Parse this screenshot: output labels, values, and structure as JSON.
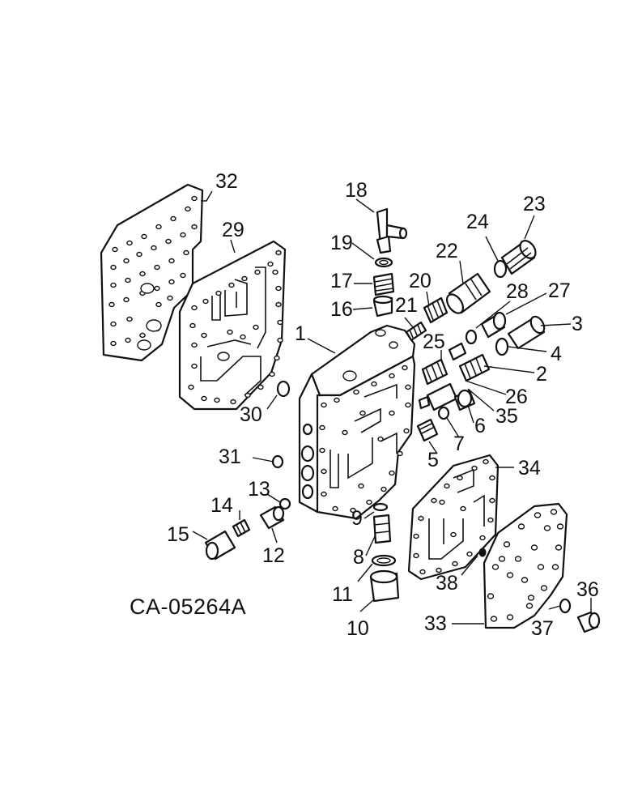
{
  "drawing_id": "CA-05264A",
  "part_labels": {
    "p1": "1",
    "p2": "2",
    "p3": "3",
    "p4": "4",
    "p5": "5",
    "p6": "6",
    "p7": "7",
    "p8": "8",
    "p9": "9",
    "p10": "10",
    "p11": "11",
    "p12": "12",
    "p13": "13",
    "p14": "14",
    "p15": "15",
    "p16": "16",
    "p17": "17",
    "p18": "18",
    "p19": "19",
    "p20": "20",
    "p21": "21",
    "p22": "22",
    "p23": "23",
    "p24": "24",
    "p25": "25",
    "p26": "26",
    "p27": "27",
    "p28": "28",
    "p29": "29",
    "p30": "30",
    "p31": "31",
    "p32": "32",
    "p33": "33",
    "p34": "34",
    "p35": "35",
    "p36": "36",
    "p37": "37",
    "p38": "38"
  }
}
